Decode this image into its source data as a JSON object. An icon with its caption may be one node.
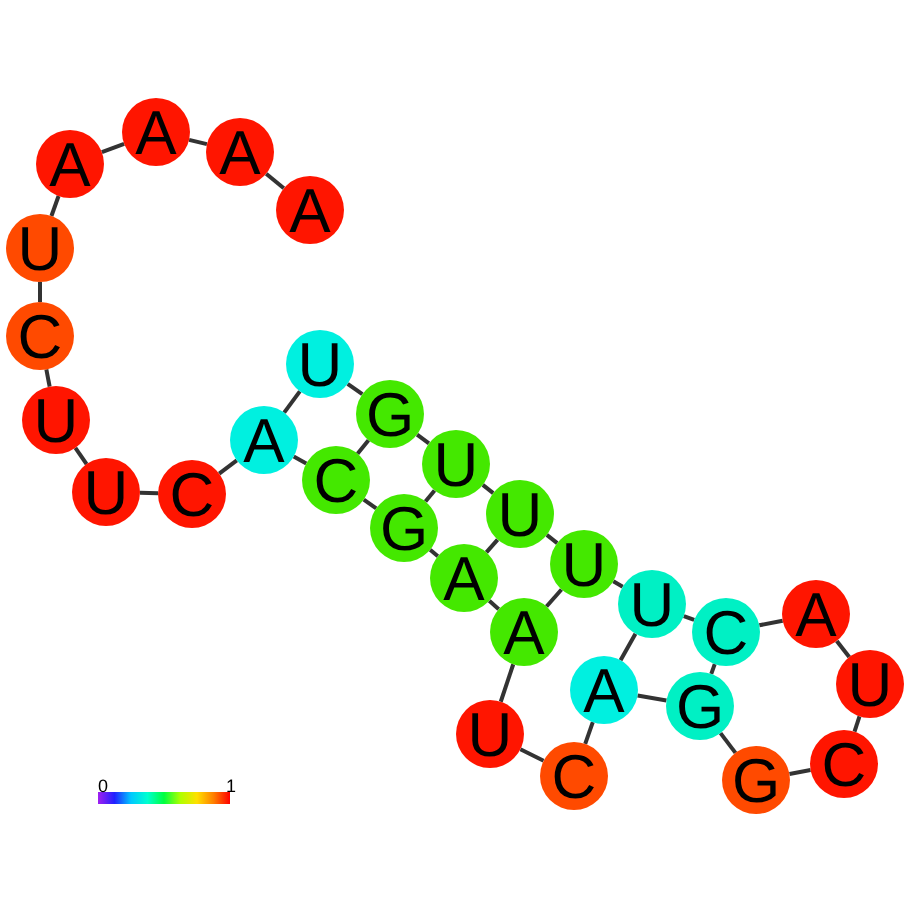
{
  "diagram": {
    "nodes": [
      {
        "text": [
          "A"
        ]
      },
      {
        "text": [
          "A"
        ]
      },
      {
        "text": [
          "A"
        ]
      },
      {
        "text": [
          "A"
        ]
      },
      {
        "text": [
          "U"
        ]
      },
      {
        "text": [
          "C"
        ]
      },
      {
        "text": [
          "U"
        ]
      },
      {
        "text": [
          "U"
        ]
      },
      {
        "text": [
          "C"
        ]
      },
      {
        "text": [
          "A"
        ]
      },
      {
        "text": [
          "U"
        ]
      },
      {
        "text": [
          "G"
        ]
      },
      {
        "text": [
          "U"
        ]
      },
      {
        "text": [
          "U"
        ]
      },
      {
        "text": [
          "U"
        ]
      },
      {
        "text": [
          "U"
        ]
      },
      {
        "text": [
          "C"
        ]
      },
      {
        "text": [
          "A"
        ]
      },
      {
        "text": [
          "U"
        ]
      },
      {
        "text": [
          "C"
        ]
      },
      {
        "text": [
          "G"
        ]
      },
      {
        "text": [
          "G"
        ]
      },
      {
        "text": [
          "A"
        ]
      },
      {
        "text": [
          "C"
        ]
      },
      {
        "text": [
          "U"
        ]
      },
      {
        "text": [
          "A"
        ]
      },
      {
        "text": [
          "A"
        ]
      },
      {
        "text": [
          "G"
        ]
      },
      {
        "text": [
          "C"
        ]
      }
    ],
    "edges": [
      {
        "from": 0,
        "to": 1,
        "arrow": "none"
      },
      {
        "from": 1,
        "to": 2,
        "arrow": "none"
      },
      {
        "from": 2,
        "to": 3,
        "arrow": "none"
      },
      {
        "from": 3,
        "to": 4,
        "arrow": "none"
      },
      {
        "from": 4,
        "to": 5,
        "arrow": "none"
      },
      {
        "from": 5,
        "to": 6,
        "arrow": "none"
      },
      {
        "from": 6,
        "to": 7,
        "arrow": "none"
      },
      {
        "from": 7,
        "to": 8,
        "arrow": "none"
      },
      {
        "from": 8,
        "to": 9,
        "arrow": "none"
      },
      {
        "from": 9,
        "to": 10,
        "arrow": "none"
      },
      {
        "from": 10,
        "to": 11,
        "arrow": "none"
      },
      {
        "from": 11,
        "to": 12,
        "arrow": "none"
      },
      {
        "from": 12,
        "to": 13,
        "arrow": "none"
      },
      {
        "from": 13,
        "to": 14,
        "arrow": "none"
      },
      {
        "from": 14,
        "to": 15,
        "arrow": "none"
      },
      {
        "from": 15,
        "to": 16,
        "arrow": "none"
      },
      {
        "from": 16,
        "to": 17,
        "arrow": "none"
      },
      {
        "from": 17,
        "to": 18,
        "arrow": "none"
      },
      {
        "from": 18,
        "to": 19,
        "arrow": "none"
      },
      {
        "from": 19,
        "to": 20,
        "arrow": "none"
      },
      {
        "from": 20,
        "to": 21,
        "arrow": "none"
      },
      {
        "from": 21,
        "to": 22,
        "arrow": "none"
      },
      {
        "from": 22,
        "to": 23,
        "arrow": "none"
      },
      {
        "from": 23,
        "to": 24,
        "arrow": "none"
      },
      {
        "from": 24,
        "to": 25,
        "arrow": "none"
      },
      {
        "from": 25,
        "to": 26,
        "arrow": "none"
      },
      {
        "from": 26,
        "to": 27,
        "arrow": "none"
      },
      {
        "from": 27,
        "to": 28,
        "arrow": "none"
      },
      {
        "from": 28,
        "to": 9,
        "arrow": "none"
      },
      {
        "from": 11,
        "to": 28,
        "arrow": "none"
      },
      {
        "from": 12,
        "to": 27,
        "arrow": "none"
      },
      {
        "from": 13,
        "to": 26,
        "arrow": "none"
      },
      {
        "from": 14,
        "to": 25,
        "arrow": "none"
      },
      {
        "from": 15,
        "to": 22,
        "arrow": "none"
      },
      {
        "from": 16,
        "to": 21,
        "arrow": "none"
      }
    ],
    "labels": [
      "0",
      "1"
    ]
  }
}
